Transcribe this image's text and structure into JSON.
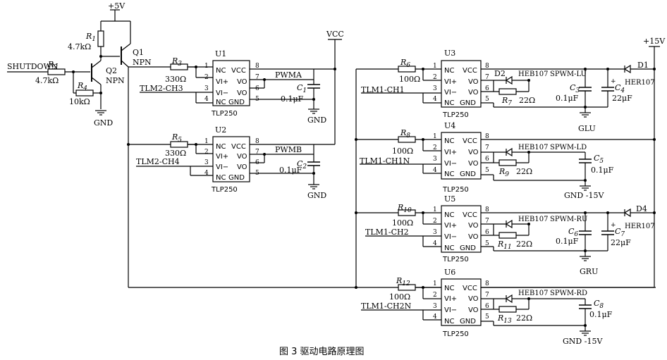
{
  "caption": "图 3   驱动电路原理图",
  "supply": {
    "p5v": "+5V",
    "vcc": "VCC",
    "p15v": "+15V"
  },
  "input": {
    "shutdown": "SHUTDOWN",
    "gnd": "GND"
  },
  "transistors": {
    "q1": {
      "name": "Q1",
      "type": "NPN"
    },
    "q2": {
      "name": "Q2",
      "type": "NPN"
    }
  },
  "resistors": {
    "r1": {
      "name": "R",
      "sub": "1",
      "value": "4.7kΩ"
    },
    "r2": {
      "name": "R",
      "sub": "2",
      "value": "4.7kΩ"
    },
    "r3": {
      "name": "R",
      "sub": "3",
      "value": "330Ω"
    },
    "r4": {
      "name": "R",
      "sub": "4",
      "value": "10kΩ"
    },
    "r5": {
      "name": "R",
      "sub": "5",
      "value": "330Ω"
    },
    "r6": {
      "name": "R",
      "sub": "6",
      "value": "100Ω"
    },
    "r7": {
      "name": "R",
      "sub": "7",
      "value": "22Ω"
    },
    "r8": {
      "name": "R",
      "sub": "8",
      "value": "100Ω"
    },
    "r9": {
      "name": "R",
      "sub": "9",
      "value": "22Ω"
    },
    "r10": {
      "name": "R",
      "sub": "10",
      "value": "100Ω"
    },
    "r11": {
      "name": "R",
      "sub": "11",
      "value": "22Ω"
    },
    "r12": {
      "name": "R",
      "sub": "12",
      "value": "100Ω"
    },
    "r13": {
      "name": "R",
      "sub": "13",
      "value": "22Ω"
    }
  },
  "capacitors": {
    "c1": {
      "name": "C",
      "sub": "1",
      "value": "0.1μF"
    },
    "c2": {
      "name": "C",
      "sub": "2",
      "value": "0.1μF"
    },
    "c3": {
      "name": "C",
      "sub": "3",
      "value": "0.1μF"
    },
    "c4": {
      "name": "C",
      "sub": "4",
      "value": "22μF"
    },
    "c5": {
      "name": "C",
      "sub": "5",
      "value": "0.1μF"
    },
    "c6": {
      "name": "C",
      "sub": "6",
      "value": "0.1μF"
    },
    "c7": {
      "name": "C",
      "sub": "7",
      "value": "22μF"
    },
    "c8": {
      "name": "C",
      "sub": "8",
      "value": "0.1μF"
    }
  },
  "diodes": {
    "d1": {
      "name": "D1",
      "part": "HER107"
    },
    "d2": {
      "name": "D2",
      "part": "HEB107"
    },
    "d3": {
      "part": "HEB107"
    },
    "d4": {
      "name": "D4",
      "part": "HER107"
    },
    "d5": {
      "part": "HEB107"
    },
    "d6": {
      "part": "HEB107"
    }
  },
  "chips": [
    {
      "ref": "U1",
      "part": "TLP250",
      "input": "TLM2-CH3",
      "output": "PWMA",
      "gnd": "GND"
    },
    {
      "ref": "U2",
      "part": "TLP250",
      "input": "TLM2-CH4",
      "output": "PWMB",
      "gnd": "GND"
    },
    {
      "ref": "U3",
      "part": "TLP250",
      "input": "TLM1-CH1",
      "output": "SPWM-LU",
      "gnd": "GLU"
    },
    {
      "ref": "U4",
      "part": "TLP250",
      "input": "TLM1-CH1N",
      "output": "SPWM-LD",
      "gnd": "GND -15V"
    },
    {
      "ref": "U5",
      "part": "TLP250",
      "input": "TLM1-CH2",
      "output": "SPWM-RU",
      "gnd": "GRU"
    },
    {
      "ref": "U6",
      "part": "TLP250",
      "input": "TLM1-CH2N",
      "output": "SPWM-RD",
      "gnd": "GND -15V"
    }
  ],
  "pins": {
    "left": [
      "NC",
      "VI+",
      "VI−",
      "NC"
    ],
    "right": [
      "VCC",
      "VO",
      "VO",
      "GND"
    ],
    "left_nums": [
      "1",
      "2",
      "3",
      "4"
    ],
    "right_nums": [
      "8",
      "7",
      "6",
      "5"
    ]
  }
}
